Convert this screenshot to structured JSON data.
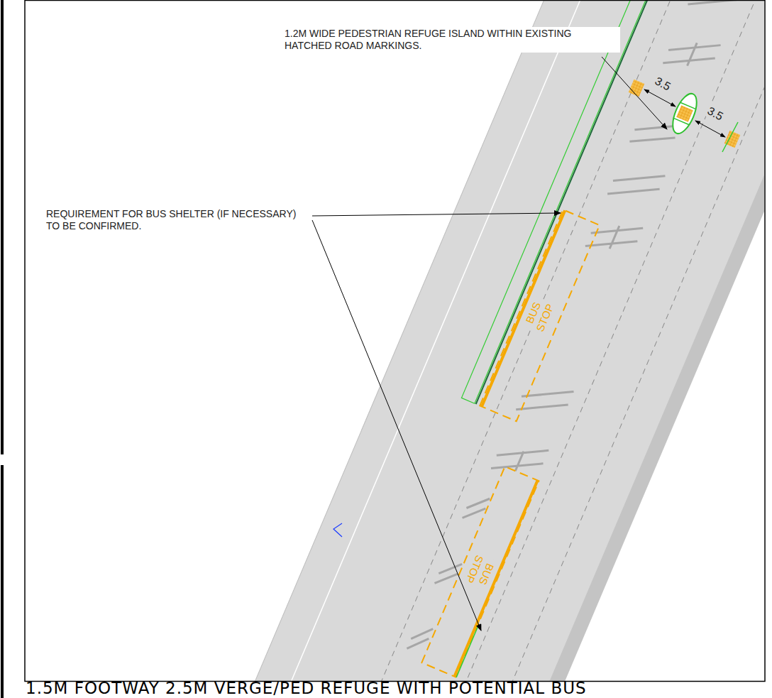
{
  "diagram": {
    "title": "1.5M FOOTWAY 2.5M VERGE/PED REFUGE WITH POTENTIAL BUS",
    "labels": [
      "1.2M WIDE PEDESTRIAN REFUGE ISLAND WITHIN EXISTING HATCHED ROAD MARKINGS.",
      "REQUIREMENT FOR BUS SHELTER (IF NECESSARY) TO BE CONFIRMED.",
      "3.5",
      "3.5",
      "BUS STOP",
      "BUS STOP"
    ]
  }
}
